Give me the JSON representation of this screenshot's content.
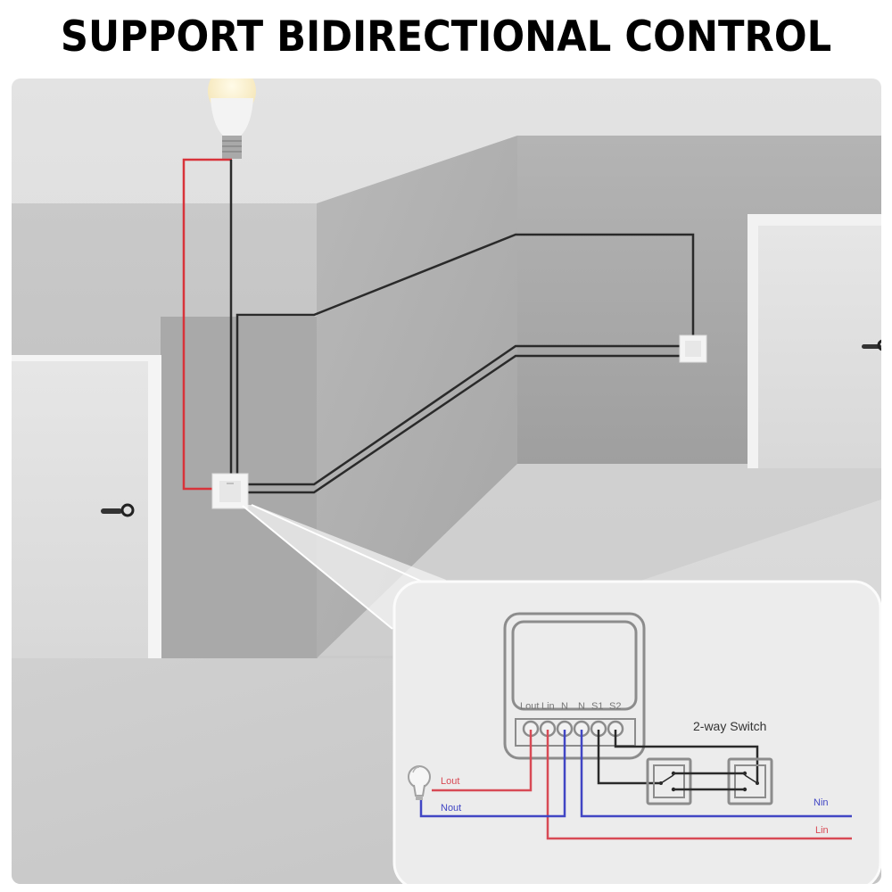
{
  "header": {
    "title": "SUPPORT BIDIRECTIONAL CONTROL"
  },
  "scene": {
    "description": "Hallway with a ceiling light bulb wired to two wall switches for two-way control",
    "colors": {
      "live_wire": "#d8333a",
      "neutral_wire": "#3f44c8",
      "control_wire": "#2a2a2a",
      "wall_light": "#d9d9d9",
      "wall_mid": "#b9b9b9",
      "wall_dark": "#a3a3a3",
      "door": "#e2e2e2",
      "panel": "#ececec"
    }
  },
  "diagram": {
    "module_terminals": [
      "Lout",
      "Lin",
      "N",
      "N",
      "S1",
      "S2"
    ],
    "switch_label": "2-way Switch",
    "wire_labels": {
      "lout": "Lout",
      "nout": "Nout",
      "nin": "Nin",
      "lin": "Lin"
    }
  }
}
